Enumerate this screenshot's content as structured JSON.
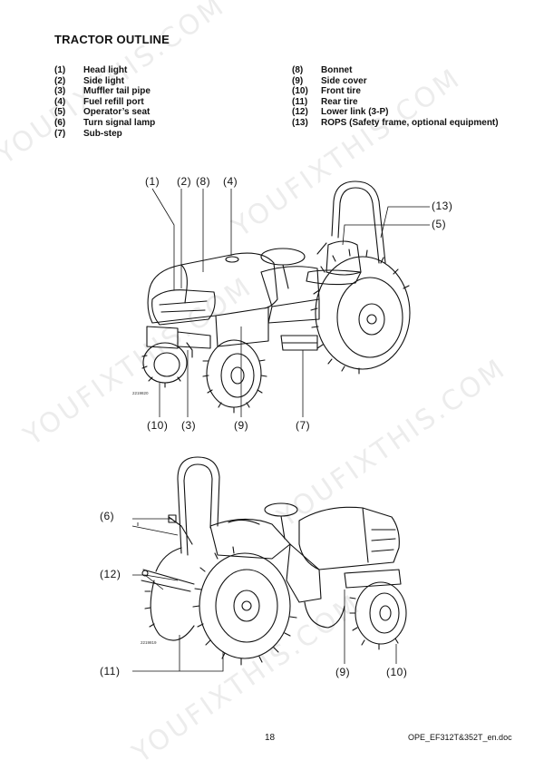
{
  "page_title": "TRACTOR OUTLINE",
  "legend_left": [
    {
      "num": "(1)",
      "label": "Head light"
    },
    {
      "num": "(2)",
      "label": "Side light"
    },
    {
      "num": "(3)",
      "label": "Muffler tail pipe"
    },
    {
      "num": "(4)",
      "label": "Fuel refill port"
    },
    {
      "num": "(5)",
      "label": "Operator’s seat"
    },
    {
      "num": "(6)",
      "label": "Turn signal lamp"
    },
    {
      "num": "(7)",
      "label": "Sub-step"
    }
  ],
  "legend_right": [
    {
      "num": "(8)",
      "label": "Bonnet"
    },
    {
      "num": "(9)",
      "label": "Side cover"
    },
    {
      "num": "(10)",
      "label": "Front tire"
    },
    {
      "num": "(11)",
      "label": "Rear tire"
    },
    {
      "num": "(12)",
      "label": "Lower link (3-P)"
    },
    {
      "num": "(13)",
      "label": "ROPS (Safety frame, optional equipment)"
    }
  ],
  "figure1": {
    "callouts": {
      "c1": "(1)",
      "c2": "(2)",
      "c8": "(8)",
      "c4": "(4)",
      "c13": "(13)",
      "c5": "(5)",
      "c10": "(10)",
      "c3": "(3)",
      "c9": "(9)",
      "c7": "(7)"
    },
    "code": "2219820"
  },
  "figure2": {
    "callouts": {
      "c6": "(6)",
      "c12": "(12)",
      "c11": "(11)",
      "c9": "(9)",
      "c10": "(10)"
    },
    "code": "2219819"
  },
  "footer": {
    "page_number": "18",
    "filename": "OPE_EF312T&352T_en.doc"
  },
  "watermark": "YOUFIXTHIS.COM"
}
